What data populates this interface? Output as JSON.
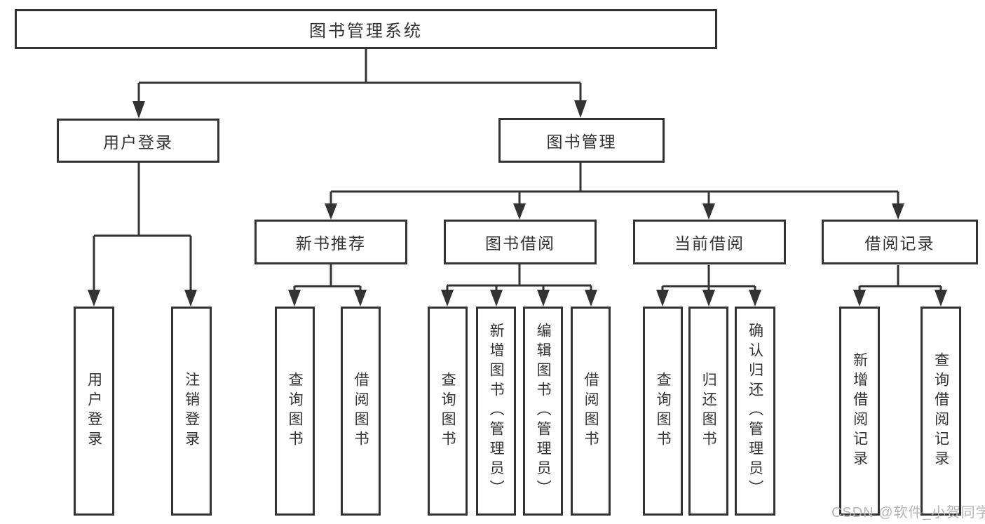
{
  "colors": {
    "line": "#333333",
    "text": "#333333",
    "watermark": "#b5b5b5"
  },
  "watermark": "CSDN @软件_小贺同学",
  "diagram": {
    "root": {
      "label": "图书管理系统"
    },
    "level2": [
      {
        "label": "用户登录"
      },
      {
        "label": "图书管理"
      }
    ],
    "level3": [
      {
        "label": "新书推荐",
        "parent": "图书管理"
      },
      {
        "label": "图书借阅",
        "parent": "图书管理"
      },
      {
        "label": "当前借阅",
        "parent": "图书管理"
      },
      {
        "label": "借阅记录",
        "parent": "图书管理"
      }
    ],
    "leaves": [
      {
        "label": "用户登录",
        "parent": "用户登录"
      },
      {
        "label": "注销登录",
        "parent": "用户登录"
      },
      {
        "label": "查询图书",
        "parent": "新书推荐"
      },
      {
        "label": "借阅图书",
        "parent": "新书推荐"
      },
      {
        "label": "查询图书",
        "parent": "图书借阅"
      },
      {
        "label": "新增图书（管理员）",
        "parent": "图书借阅"
      },
      {
        "label": "编辑图书（管理员）",
        "parent": "图书借阅"
      },
      {
        "label": "借阅图书",
        "parent": "图书借阅"
      },
      {
        "label": "查询图书",
        "parent": "当前借阅"
      },
      {
        "label": "归还图书",
        "parent": "当前借阅"
      },
      {
        "label": "确认归还（管理员）",
        "parent": "当前借阅"
      },
      {
        "label": "新增借阅记录",
        "parent": "借阅记录"
      },
      {
        "label": "查询借阅记录",
        "parent": "借阅记录"
      }
    ]
  }
}
